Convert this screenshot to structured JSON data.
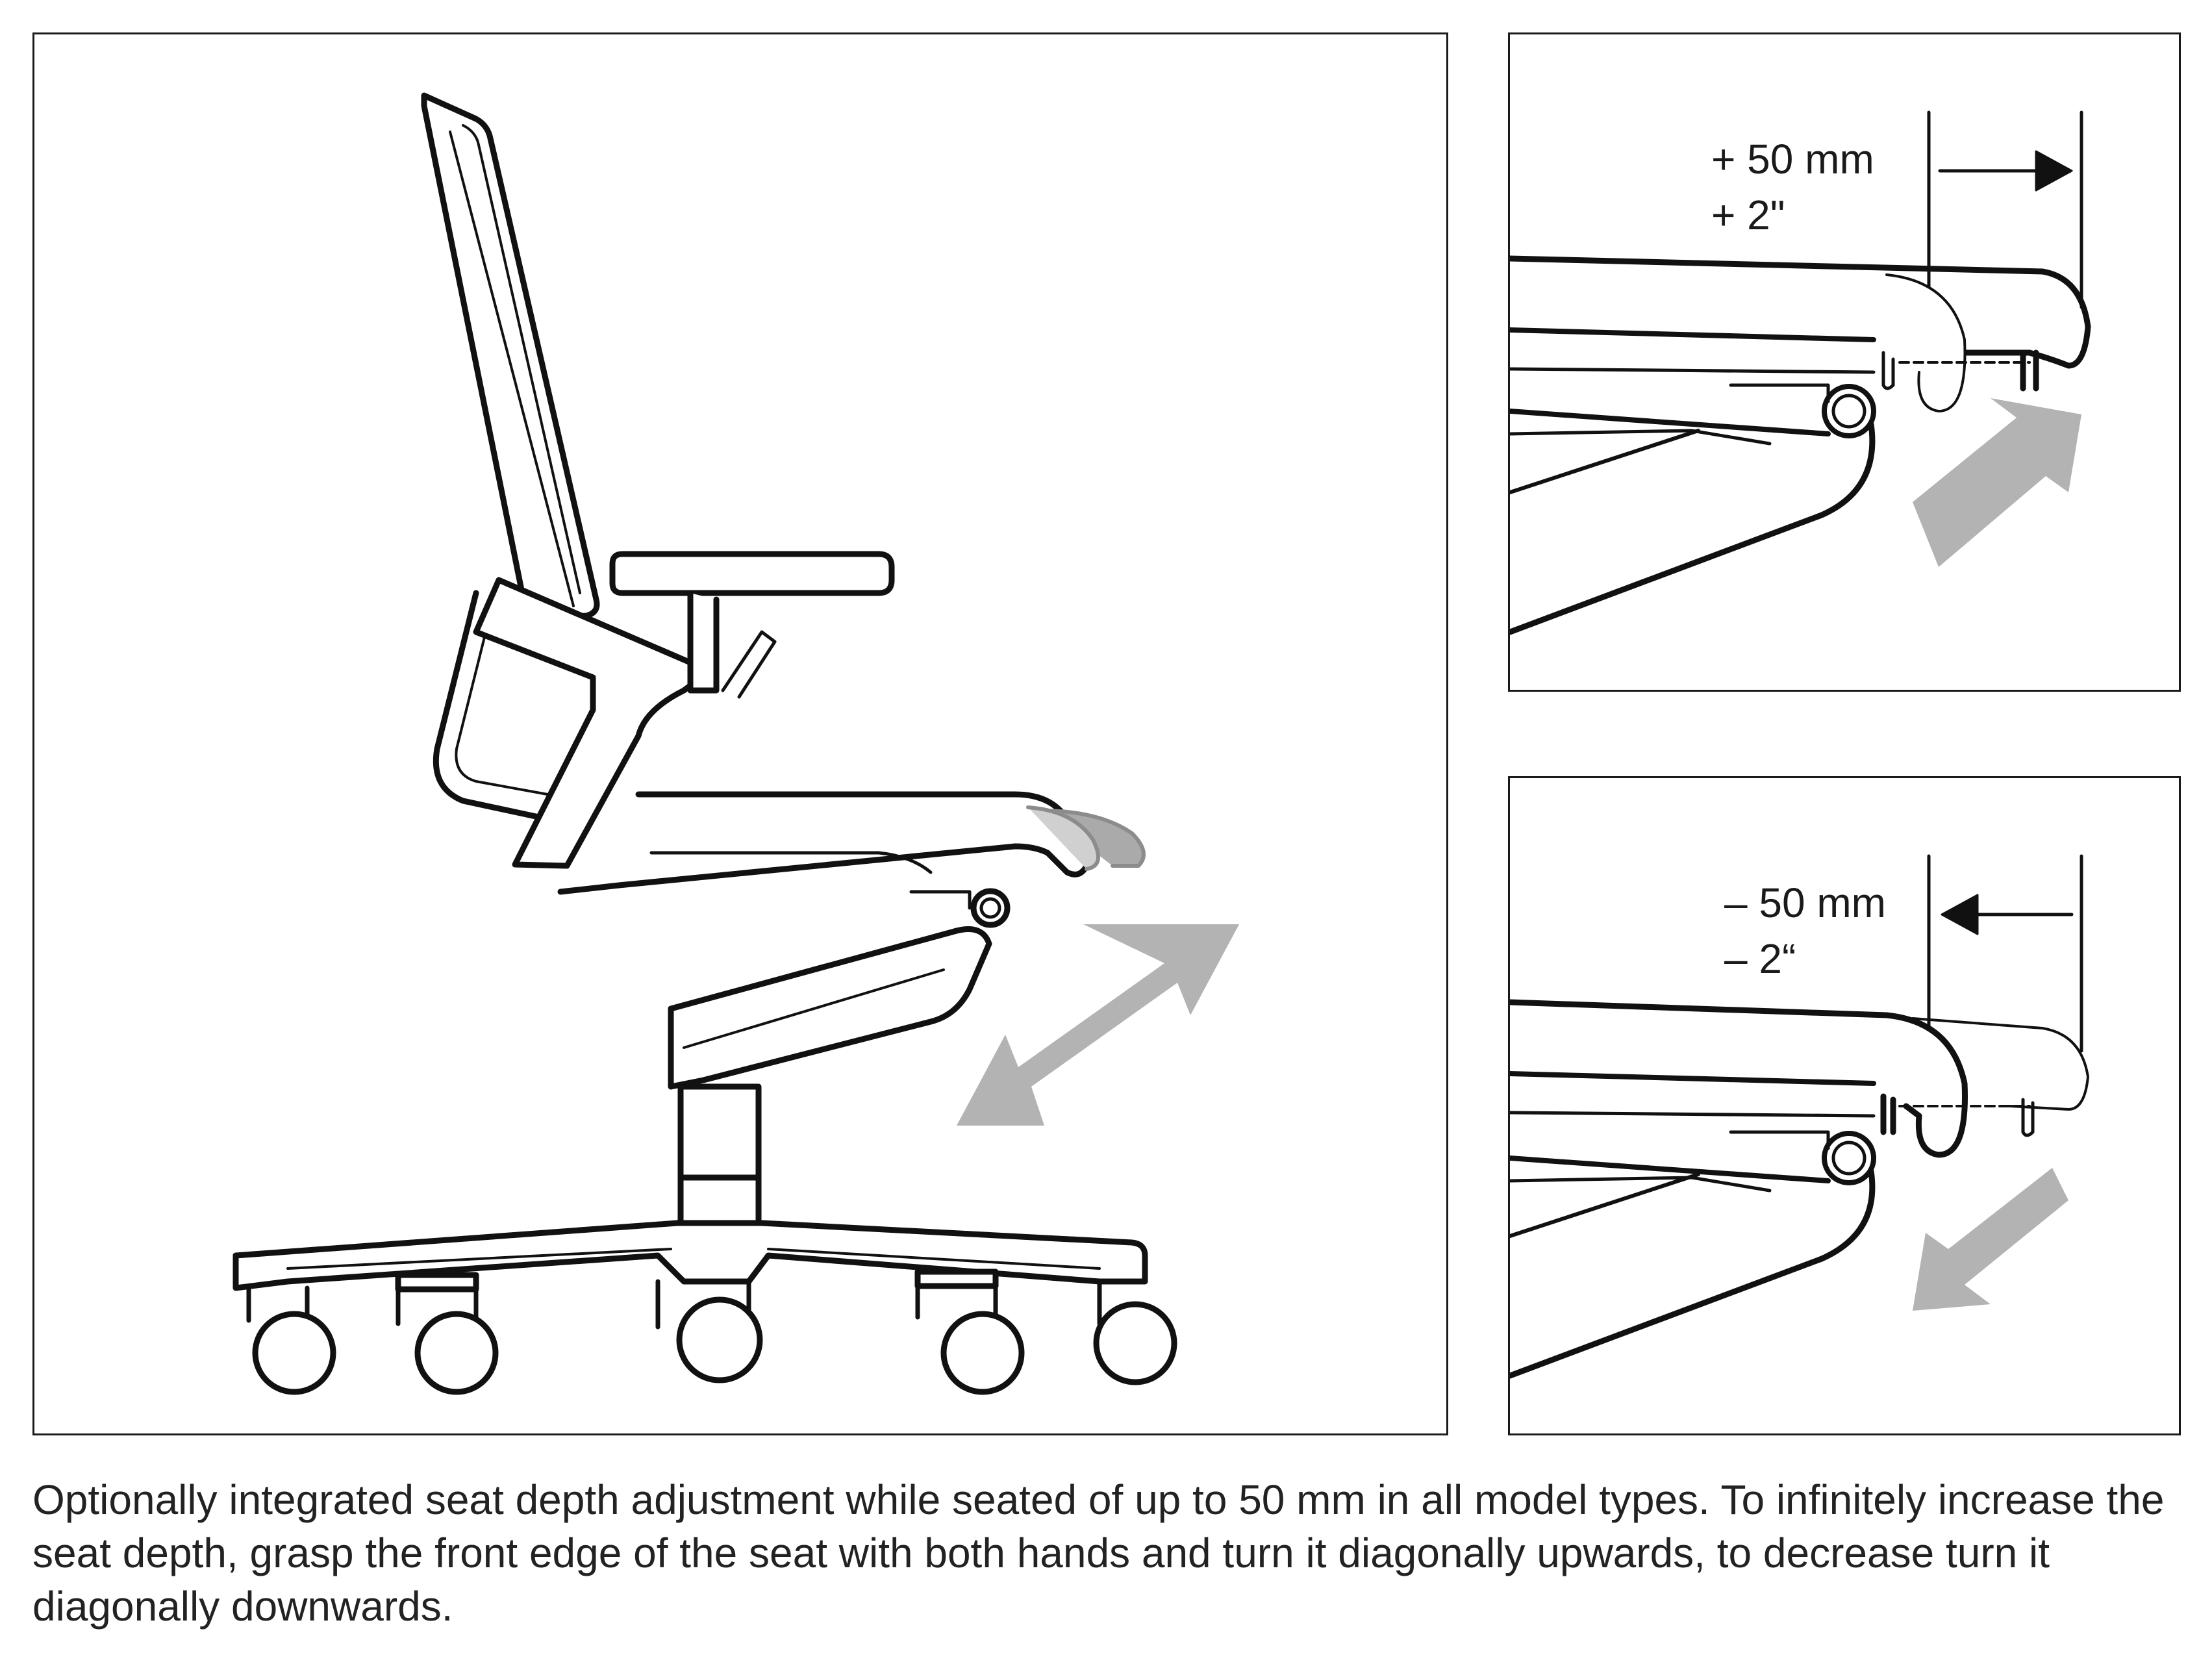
{
  "panels": {
    "increase": {
      "amount_metric": "+ 50 mm",
      "amount_imperial": "+ 2\""
    },
    "decrease": {
      "amount_metric": "– 50 mm",
      "amount_imperial": "– 2“"
    }
  },
  "caption": "Optionally integrated seat depth adjustment while seated of up to 50 mm in all model types. To infinitely increase the seat depth, grasp the front edge of the seat with both hands and turn it diagonally upwards, to decrease turn it diagonally downwards.",
  "colors": {
    "line": "#111111",
    "arrow_gray": "#b3b3b3",
    "ghost_gray": "#8c8c8c"
  }
}
